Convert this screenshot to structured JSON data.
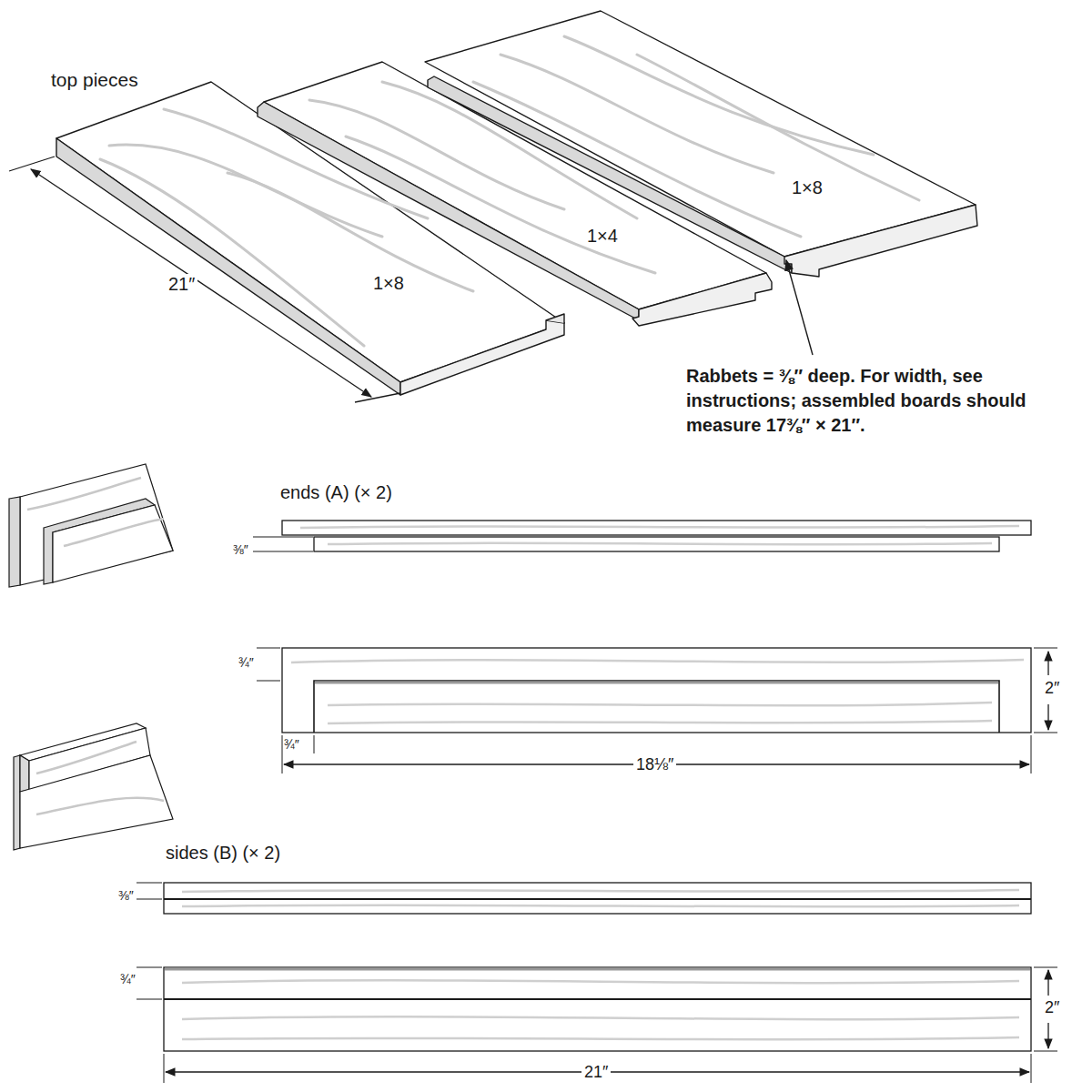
{
  "diagram": {
    "labels": [
      "top pieces",
      "21″",
      "1×8",
      "1×4",
      "1×8",
      "Rabbets = ⅜″ deep. For width, see instructions; assembled boards should measure 17⅜″ × 21″.",
      "ends (A) (× 2)",
      "⅜″",
      "¾″",
      "2″",
      "¾″",
      "18⅛″",
      "sides (B) (× 2)",
      "⅜″",
      "¾″",
      "2″",
      "21″"
    ]
  }
}
